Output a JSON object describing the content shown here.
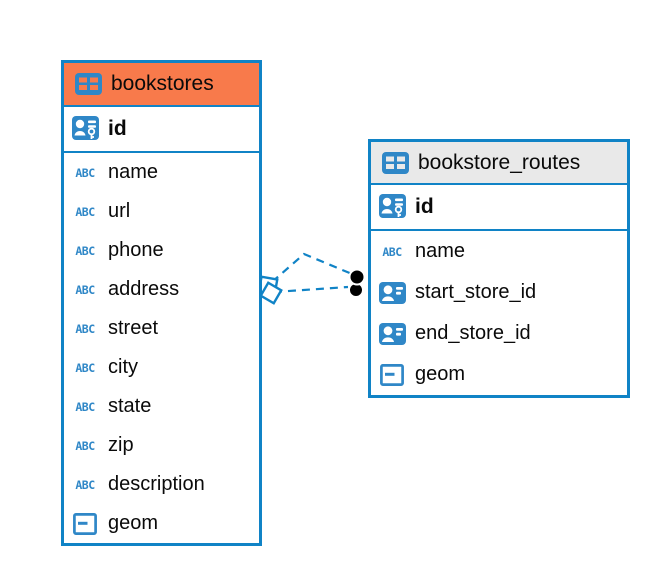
{
  "diagram": {
    "colors": {
      "accent_blue": "#1083c6",
      "icon_blue": "#2f87c7",
      "orange_header": "#f87a4b",
      "gray_header": "#e9e9e9"
    },
    "tables": [
      {
        "title": "bookstores",
        "header_color": "#f87a4b",
        "primary_key": {
          "name": "id",
          "type": "primary-key"
        },
        "columns": [
          {
            "name": "name",
            "type": "text"
          },
          {
            "name": "url",
            "type": "text"
          },
          {
            "name": "phone",
            "type": "text"
          },
          {
            "name": "address",
            "type": "text"
          },
          {
            "name": "street",
            "type": "text"
          },
          {
            "name": "city",
            "type": "text"
          },
          {
            "name": "state",
            "type": "text"
          },
          {
            "name": "zip",
            "type": "text"
          },
          {
            "name": "description",
            "type": "text"
          },
          {
            "name": "geom",
            "type": "geometry"
          }
        ]
      },
      {
        "title": "bookstore_routes",
        "header_color": "#e9e9e9",
        "primary_key": {
          "name": "id",
          "type": "primary-key"
        },
        "columns": [
          {
            "name": "name",
            "type": "text"
          },
          {
            "name": "start_store_id",
            "type": "reference"
          },
          {
            "name": "end_store_id",
            "type": "reference"
          },
          {
            "name": "geom",
            "type": "geometry"
          }
        ]
      }
    ],
    "relationships": [
      {
        "from_table": "bookstore_routes",
        "to_table": "bookstores",
        "style": "dashed"
      },
      {
        "from_table": "bookstore_routes",
        "to_table": "bookstores",
        "style": "dashed"
      }
    ]
  }
}
